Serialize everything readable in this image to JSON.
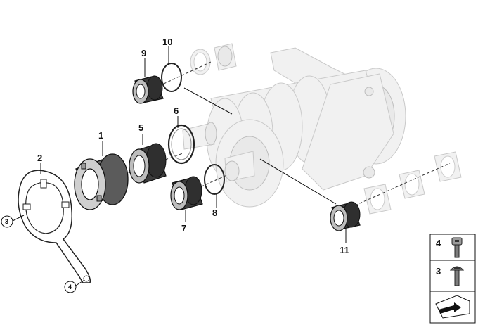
{
  "callouts": [
    {
      "id": "1",
      "text": "1"
    },
    {
      "id": "2",
      "text": "2"
    },
    {
      "id": "3",
      "text": "3"
    },
    {
      "id": "4",
      "text": "4"
    },
    {
      "id": "5",
      "text": "5"
    },
    {
      "id": "6",
      "text": "6"
    },
    {
      "id": "7",
      "text": "7"
    },
    {
      "id": "8",
      "text": "8"
    },
    {
      "id": "9",
      "text": "9"
    },
    {
      "id": "10",
      "text": "10"
    },
    {
      "id": "11",
      "text": "11"
    }
  ],
  "legend": {
    "item_4": "4",
    "item_3": "3"
  },
  "icons": {
    "screw_4": "socket-head-screw-icon",
    "screw_3": "button-head-screw-icon",
    "footer": "manual-arrow-icon"
  }
}
